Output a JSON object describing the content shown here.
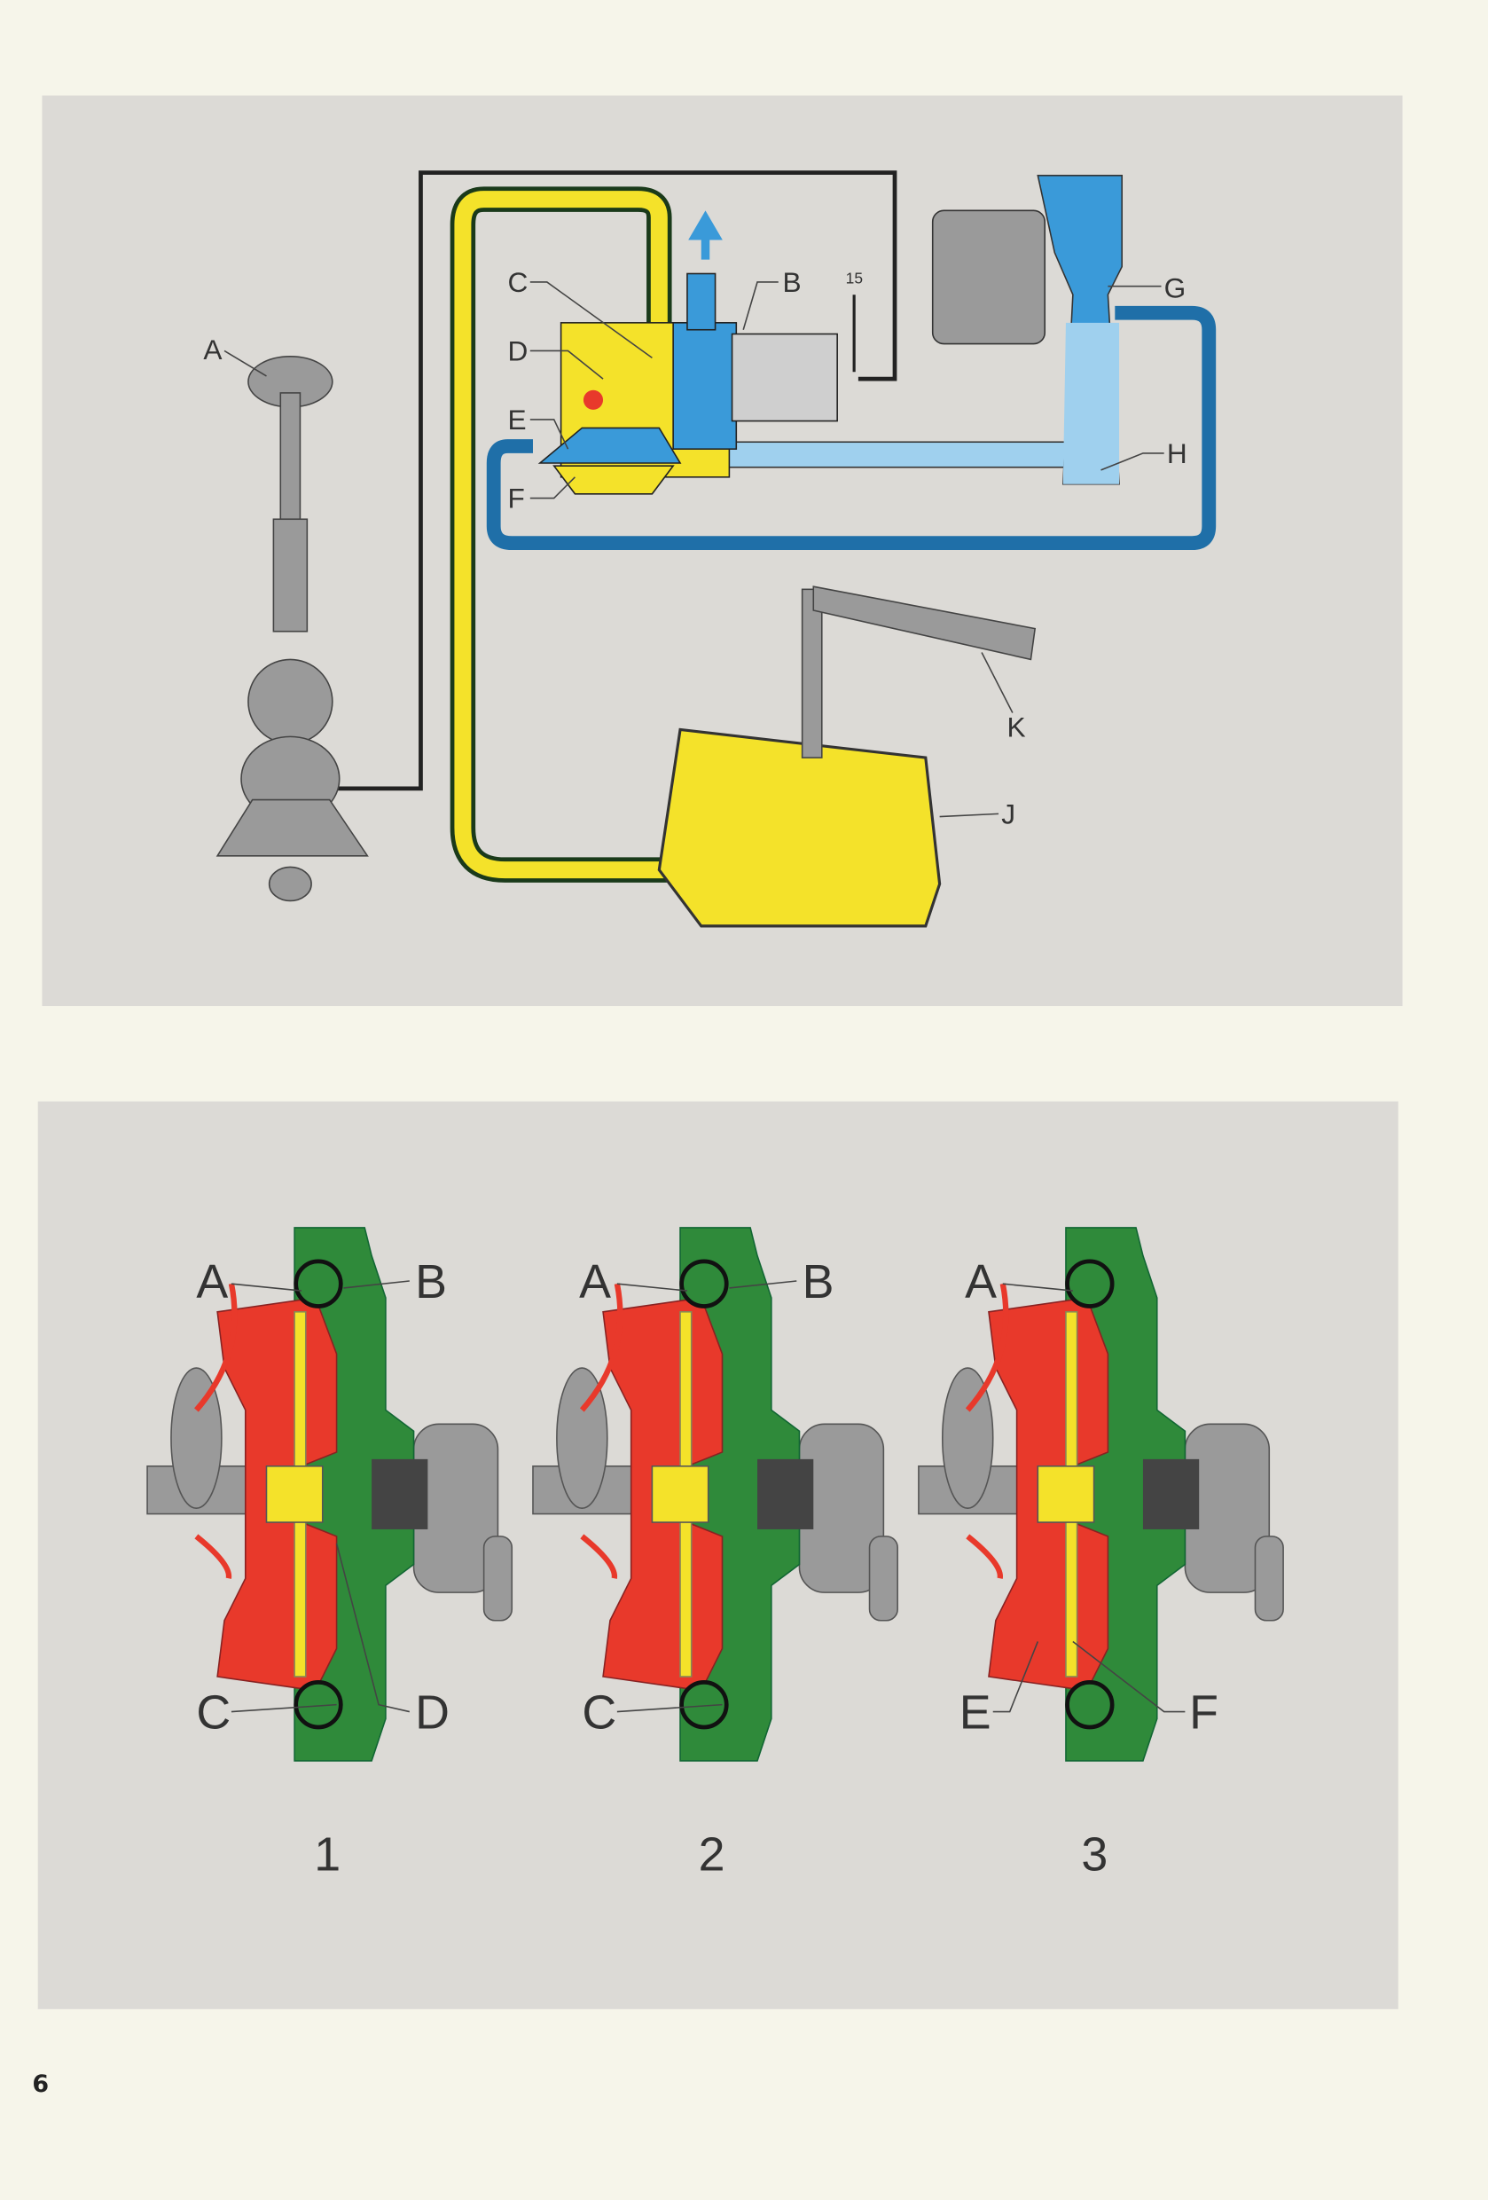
{
  "page_number": "6",
  "top_figure": {
    "labels": {
      "A": "A",
      "B": "B",
      "C": "C",
      "D": "D",
      "E": "E",
      "F": "F",
      "G": "G",
      "H": "H",
      "J": "J",
      "K": "K",
      "terminal": "15"
    }
  },
  "bottom_figure": {
    "panels": [
      {
        "number": "1",
        "labels": {
          "top_left": "A",
          "top_right": "B",
          "bottom_left": "C",
          "bottom_right": "D"
        }
      },
      {
        "number": "2",
        "labels": {
          "top_left": "A",
          "top_right": "B",
          "bottom_left": "C"
        }
      },
      {
        "number": "3",
        "labels": {
          "top_left": "A",
          "bottom_left": "E",
          "bottom_right": "F"
        }
      }
    ]
  },
  "colors": {
    "yellow": "#f4e22a",
    "blue": "#3a9ad9",
    "light_blue": "#9fd0ee",
    "red": "#e8392b",
    "green": "#2f8a3a",
    "grey": "#9a9a9a",
    "panel": "#dcdad6"
  }
}
